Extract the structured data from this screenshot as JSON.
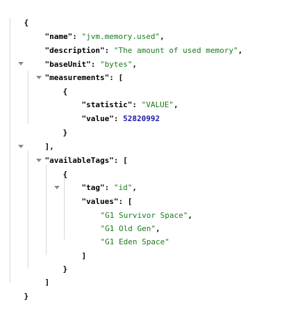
{
  "json": {
    "open_brace": "{",
    "close_brace": "}",
    "name_key": "\"name\"",
    "name_value": "\"jvm.memory.used\"",
    "description_key": "\"description\"",
    "description_value": "\"The amount of used memory\"",
    "baseUnit_key": "\"baseUnit\"",
    "baseUnit_value": "\"bytes\"",
    "measurements_key": "\"measurements\"",
    "measurement": {
      "statistic_key": "\"statistic\"",
      "statistic_value": "\"VALUE\"",
      "value_key": "\"value\"",
      "value_value": "52820992"
    },
    "availableTags_key": "\"availableTags\"",
    "tag": {
      "tag_key": "\"tag\"",
      "tag_value": "\"id\"",
      "values_key": "\"values\"",
      "values": [
        "\"G1 Survivor Space\"",
        "\"G1 Old Gen\"",
        "\"G1 Eden Space\""
      ]
    }
  },
  "punct": {
    "colon": ": ",
    "comma": ",",
    "open_bracket": "[",
    "close_bracket": "]",
    "close_bracket_comma": "],",
    "open_brace": "{",
    "close_brace": "}"
  },
  "colors": {
    "string": "#1a7a1a",
    "number": "#1a1aa6",
    "toggle": "#8a8a8a",
    "guide": "#d8d8d8"
  },
  "icons": {
    "collapse_toggle": "caret-down-icon"
  }
}
